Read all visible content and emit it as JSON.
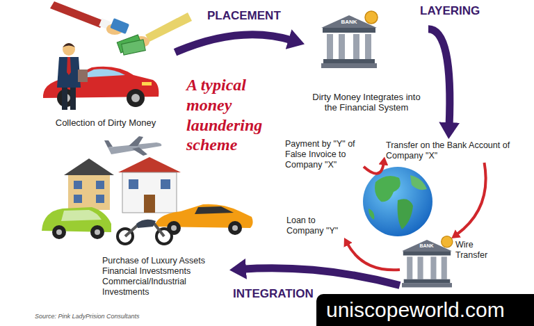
{
  "diagram": {
    "title": "A typical money laundering scheme",
    "caption": "Source: Pink LadyPrision Consultants",
    "nodes": [
      {
        "text": [
          "Collection of Dirty Money"
        ]
      },
      {
        "text": [
          "Dirty Money Integrates into the Financial System"
        ]
      },
      {
        "text": [
          "Transfer on the Bank Account of Company \"X\""
        ]
      },
      {
        "text": [
          "Wire Transfer"
        ]
      },
      {
        "text": [
          "Loan to Company \"Y\""
        ]
      },
      {
        "text": [
          "Payment by \"Y\" of False Invoice to Company \"X\""
        ]
      },
      {
        "text": [
          "Purchase of Luxury Assets Financial Investsments Commercial/Industrial Investments"
        ]
      }
    ],
    "edges": [
      {
        "from": 0,
        "to": 1,
        "label": "PLACEMENT",
        "arrow": "to"
      },
      {
        "from": 1,
        "to": 2,
        "label": "LAYERING",
        "arrow": "to"
      },
      {
        "from": 5,
        "to": 2,
        "arrow": "to"
      },
      {
        "from": 2,
        "to": 3,
        "arrow": "to"
      },
      {
        "from": 3,
        "to": 4,
        "arrow": "to"
      },
      {
        "from": 3,
        "to": 6,
        "label": "INTEGRATION",
        "arrow": "to"
      }
    ],
    "labels": [
      "BANK",
      "BANK",
      "uniscopeworld.com"
    ]
  }
}
